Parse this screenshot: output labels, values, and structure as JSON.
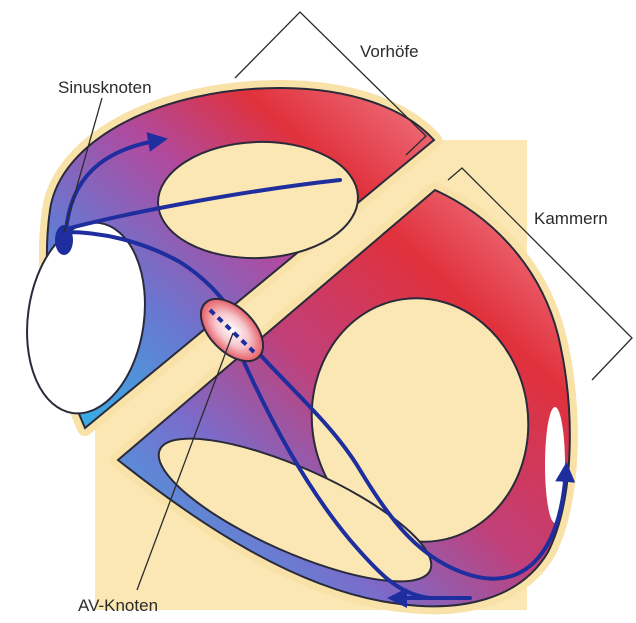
{
  "labels": {
    "atria": "Vorhöfe",
    "sinus_node": "Sinusknoten",
    "ventricles": "Kammern",
    "av_node": "AV-Knoten"
  },
  "colors": {
    "background_panel": "#FAE7B4",
    "outline_halo": "#F9E2A8",
    "red": "#E0313C",
    "purple": "#8A4FB8",
    "blue": "#2EB8E8",
    "conduction_path": "#1E2E9E",
    "stroke": "#2A2A3A"
  }
}
